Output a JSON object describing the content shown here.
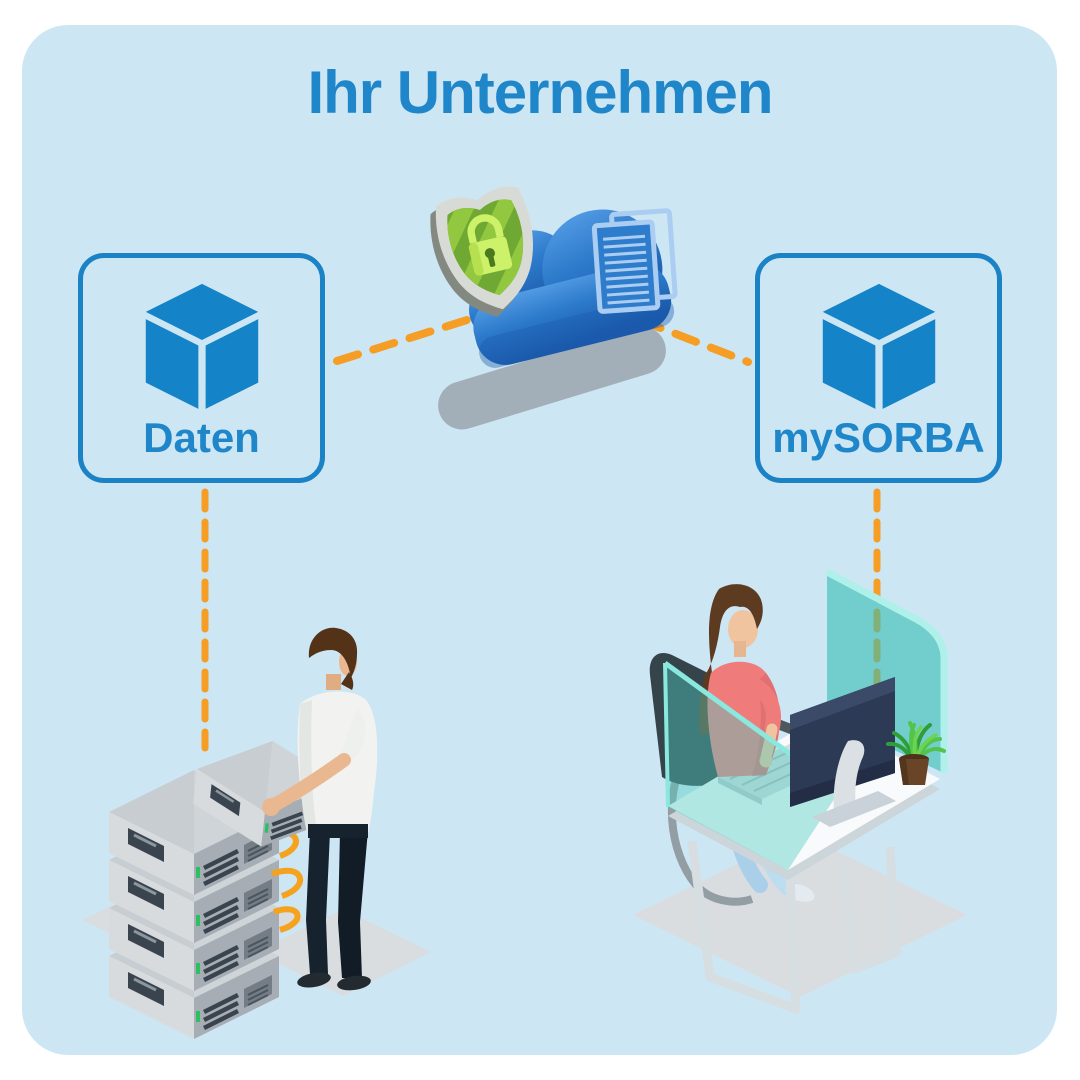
{
  "title": "Ihr Unternehmen",
  "nodes": [
    {
      "id": "daten",
      "label": "Daten",
      "icon": "cube-icon"
    },
    {
      "id": "mysorba",
      "label": "mySORBA",
      "icon": "cube-icon"
    }
  ],
  "center": {
    "name": "secure-cloud",
    "icons": [
      "cloud-icon",
      "document-icon",
      "security-shield-lock-icon"
    ]
  },
  "connectors": [
    {
      "from": "daten",
      "to": "secure-cloud",
      "style": "dashed"
    },
    {
      "from": "secure-cloud",
      "to": "mysorba",
      "style": "dashed"
    },
    {
      "from": "daten",
      "to": "server-stack",
      "style": "dashed"
    },
    {
      "from": "mysorba",
      "to": "workstation",
      "style": "dashed"
    }
  ],
  "scenes": {
    "server_room": {
      "name": "server-stack-scene",
      "elements": [
        "server-stack",
        "it-technician",
        "orange-cables",
        "floor-shadow"
      ]
    },
    "workstation": {
      "name": "office-workstation-scene",
      "elements": [
        "office-worker",
        "office-chair",
        "desk",
        "monitor",
        "laptop",
        "potted-plant",
        "glass-partition",
        "floor-shadow"
      ]
    }
  },
  "colors": {
    "page_bg": "#ffffff",
    "panel_bg": "#cde6f4",
    "accent_blue": "#1f86c9",
    "node_blue": "#1583c8",
    "dash_orange": "#f59d24",
    "cloud_blue": "#2e7ccc",
    "shield_green": "#6fa832",
    "lock_lime": "#cdf169",
    "glass_teal": "#4ecec2",
    "shadow_gray": "#9aa5ad"
  }
}
